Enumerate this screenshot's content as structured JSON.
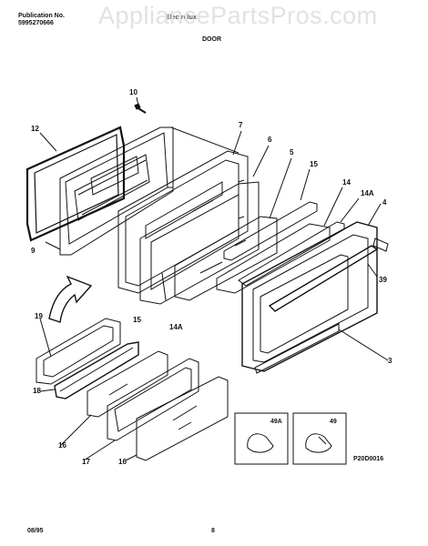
{
  "header": {
    "publication_label": "Publication No.",
    "publication_number": "5995270666",
    "model_label": "Electrolux",
    "section_title": "DOOR"
  },
  "watermark": "AppliancePartsPros.com",
  "footer": {
    "date": "08/95",
    "page": "8"
  },
  "diagram_code": "P20D0016",
  "part_labels": {
    "p10": "10",
    "p12": "12",
    "p7": "7",
    "p6": "6",
    "p5": "5",
    "p15a": "15",
    "p14": "14",
    "p14a_top": "14A",
    "p4": "4",
    "p9": "9",
    "p39": "39",
    "p19": "19",
    "p15b": "15",
    "p14a_bot": "14A",
    "p3": "3",
    "p18": "18",
    "p16a": "16",
    "p17": "17",
    "p16b": "16"
  },
  "insets": {
    "left_label": "49A",
    "right_label": "49"
  }
}
